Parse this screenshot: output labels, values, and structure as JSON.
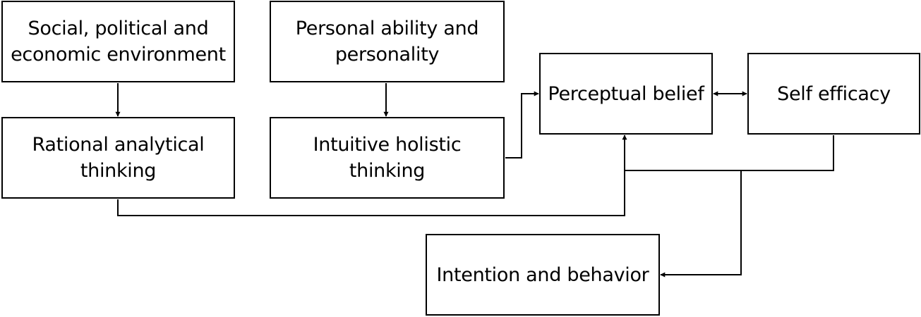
{
  "nodes": {
    "social": {
      "lines": [
        "Social, political and",
        "economic environment"
      ]
    },
    "personal": {
      "lines": [
        "Personal ability and",
        "personality"
      ]
    },
    "rational": {
      "lines": [
        "Rational analytical",
        "thinking"
      ]
    },
    "intuitive": {
      "lines": [
        "Intuitive holistic",
        "thinking"
      ]
    },
    "perceptual": {
      "label": "Perceptual belief"
    },
    "self_efficacy": {
      "label": "Self efficacy"
    },
    "intention": {
      "label": "Intention and behavior"
    }
  },
  "colors": {
    "stroke": "#000000",
    "background": "#ffffff"
  }
}
